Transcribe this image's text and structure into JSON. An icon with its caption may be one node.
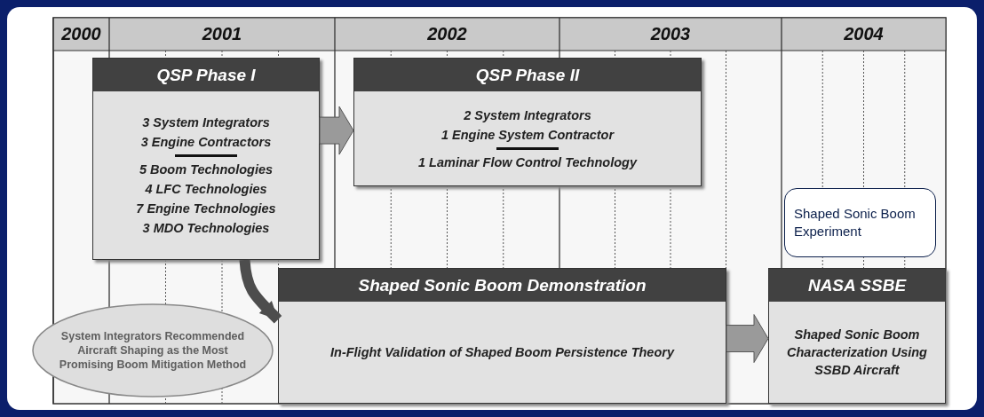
{
  "diagram": {
    "nodes": [
      {
        "text": [
          "QSP Phase I",
          "3 System Integrators",
          "3 Engine Contractors",
          "5 Boom Technologies",
          "4 LFC Technologies",
          "7 Engine Technologies",
          "3 MDO Technologies"
        ]
      },
      {
        "text": [
          "QSP Phase II",
          "2 System Integrators",
          "1 Engine System Contractor",
          "1 Laminar Flow Control Technology"
        ]
      },
      {
        "text": [
          "System Integrators Recommended Aircraft Shaping as the Most Promising Boom Mitigation Method"
        ]
      },
      {
        "text": [
          "Shaped Sonic Boom Demonstration",
          "In-Flight Validation of Shaped Boom Persistence Theory"
        ]
      },
      {
        "text": [
          "NASA SSBE",
          "Shaped Sonic Boom Characterization Using SSBD Aircraft"
        ]
      },
      {
        "text": [
          "Shaped Sonic Boom Experiment"
        ]
      }
    ],
    "edges": [
      {
        "from": 0,
        "to": 1,
        "arrow": "to"
      },
      {
        "from": 0,
        "to": 3,
        "arrow": "to",
        "color": "#4d4d4d"
      },
      {
        "from": 3,
        "to": 4,
        "arrow": "to"
      }
    ],
    "labels": [
      "2000",
      "2001",
      "2002",
      "2003",
      "2004"
    ]
  }
}
